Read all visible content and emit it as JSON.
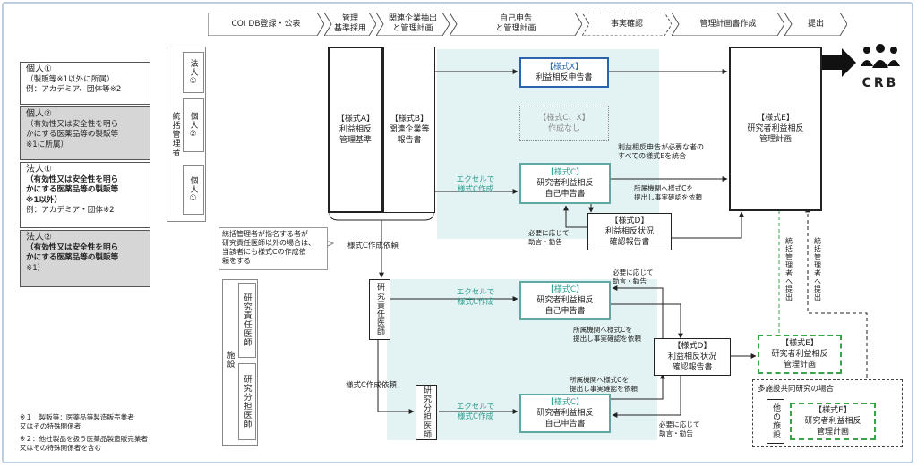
{
  "stages": [
    {
      "label": "COI DB登録・公表"
    },
    {
      "label": "管理\n基準採用"
    },
    {
      "label": "関連企業抽出\nと管理計画"
    },
    {
      "label": "自己申告\nと管理計画"
    },
    {
      "label": "事実確認"
    },
    {
      "label": "管理計画書作成"
    },
    {
      "label": "提出"
    }
  ],
  "legend": [
    {
      "title": "個人①",
      "lines": [
        "（製販等※1以外に所属）",
        "例：アカデミア、団体等※2"
      ]
    },
    {
      "title": "個人②",
      "lines": [
        "（有効性又は安全性を明ら",
        "かにする医薬品等の製販等",
        "※1に所属）"
      ]
    },
    {
      "title": "法人①",
      "lines": [
        "（有効性又は安全性を明ら",
        "かにする医薬品等の製販等",
        "※1以外）",
        "例：アカデミア・団体※2"
      ]
    },
    {
      "title": "法人②",
      "lines": [
        "（有効性又は安全性を明ら",
        "かにする医薬品等の製販等",
        "※1）"
      ]
    }
  ],
  "footnotes": [
    "※１　製販等：医薬品等製造販売業者\n又はその特殊関係者",
    "※２：他社製品を扱う医薬品製造販売業者\n又はその特殊関係者を含む"
  ],
  "side_labels": {
    "houjin1": "法人①",
    "kojin2": "個人②",
    "kojin1": "個人①",
    "tokatsu": "統括管理者",
    "shisetsu": "施設",
    "sekinin": "研究責任医師",
    "buntan": "研究分担医師",
    "sekinin_col": "研究責任医師",
    "buntan_col": "研究分担医師"
  },
  "boxes": {
    "a_tag": "【様式A】",
    "a_body": "利益相反\n管理基準",
    "b_tag": "【様式B】",
    "b_body": "関連企業等\n報告書",
    "x_tag": "【様式X】",
    "x_body": "利益相反申告書",
    "cx_tag": "【様式C、X】",
    "cx_body": "作成なし",
    "c1_tag": "【様式C】",
    "c1_body": "研究者利益相反\n自己申告書",
    "d1_tag": "【様式D】",
    "d1_body": "利益相反状況\n確認報告書",
    "e_tag": "【様式E】",
    "e_body": "研究者利益相反\n管理計画",
    "c2_tag": "【様式C】",
    "c2_body": "研究者利益相反\n自己申告書",
    "d2_tag": "【様式D】",
    "d2_body": "利益相反状況\n確認報告書",
    "e2_tag": "【様式E】",
    "e2_body": "研究者利益相反\n管理計画",
    "c3_tag": "【様式C】",
    "c3_body": "研究者利益相反\n自己申告書",
    "e3_tag": "【様式E】",
    "e3_body": "研究者利益相反\n管理計画",
    "other_label": "他の施設"
  },
  "notes": {
    "excel1": "エクセルで\n様式C作成",
    "excel2": "エクセルで\n様式C作成",
    "excel3": "エクセルで\n様式C作成",
    "integrate": "利益相反申告が必要な者の\nすべての様式Eを統合",
    "confirm1": "所属機関へ様式Cを\n提出し事実確認を依頼",
    "advice1": "必要に応じて\n助言・勧告",
    "advice2": "必要に応じて\n助言・勧告",
    "confirm2": "所属機関へ様式Cを\n提出し事実確認を依頼",
    "confirm3": "所属機関へ様式Cを\n提出し事実確認を依頼",
    "advice3": "必要に応じて\n助言・勧告",
    "request1": "様式C作成依頼",
    "request2": "様式C作成依頼",
    "callout": "統括管理者が指名する者が\n研究責任医師以外の場合は、\n当該者にも様式Cの作成依\n頼をする",
    "submit1": "統括管理者へ提出",
    "submit2": "統括管理者へ提出",
    "multi": "多施設共同研究の場合",
    "crb": "CRB"
  },
  "colors": {
    "teal": "#5ea9a1",
    "blue": "#2a64ad",
    "green": "#3aa34b",
    "shade": "#e3f2f2",
    "legend_grey": "#d6d6d6"
  }
}
